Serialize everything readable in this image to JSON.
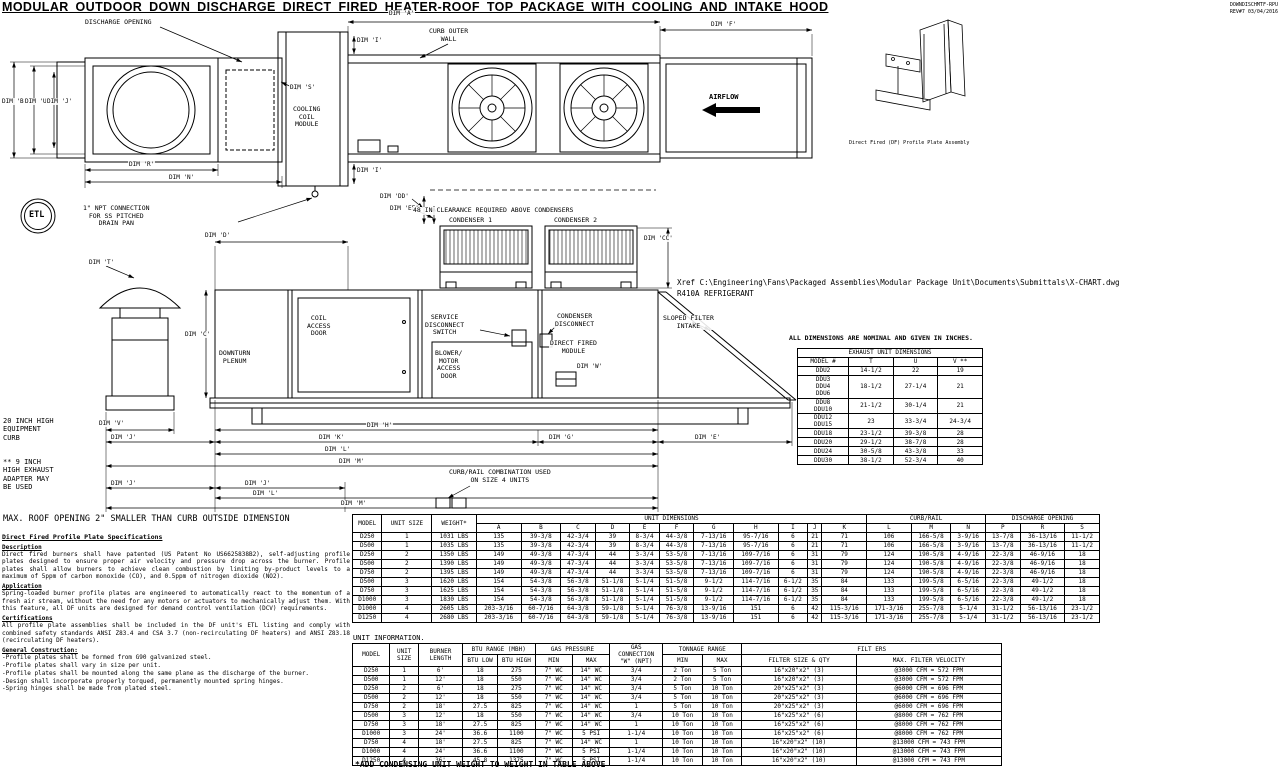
{
  "title": "MODULAR OUTDOOR DOWN DISCHARGE DIRECT FIRED HEATER-ROOF TOP PACKAGE WITH COOLING AND INTAKE HOOD",
  "rev": {
    "line1": "DOWNDISCHMTF-RPU",
    "line2": "REV#7  03/04/2016"
  },
  "dims": {
    "A": "DIM 'A'",
    "B": "DIM 'B'",
    "C": "DIM 'C'",
    "D": "DIM 'D'",
    "E": "DIM 'E'",
    "F": "DIM 'F'",
    "G": "DIM 'G'",
    "H": "DIM 'H'",
    "I": "DIM 'I'",
    "J": "DIM 'J'",
    "K": "DIM 'K'",
    "L": "DIM 'L'",
    "M": "DIM 'M'",
    "N": "DIM 'N'",
    "R": "DIM 'R'",
    "S": "DIM 'S'",
    "T": "DIM 'T'",
    "U": "DIM 'U'",
    "V": "DIM 'V'",
    "W": "DIM 'W'",
    "CC": "DIM 'CC'",
    "DD": "DIM 'DD'",
    "EE": "DIM 'EE'"
  },
  "labels": {
    "discharge_opening": "DISCHARGE OPENING",
    "curb_outer_wall": "CURB OUTER\nWALL",
    "cooling_coil_module": "COOLING\nCOIL\nMODULE",
    "airflow": "AIRFLOW",
    "df_caption": "Direct Fired (DF) Profile Plate Assembly",
    "etl": "ETL",
    "npt_note": "1\" NPT CONNECTION\nFOR SS PITCHED\nDRAIN PAN",
    "clearance_note": "48 IN CLEARANCE REQUIRED ABOVE CONDENSERS",
    "condenser_1": "CONDENSER 1",
    "condenser_2": "CONDENSER 2",
    "coil_access_door": "COIL\nACCESS\nDOOR",
    "service_disconnect": "SERVICE\nDISCONNECT\nSWITCH",
    "condenser_disconnect": "CONDENSER\nDISCONNECT",
    "direct_fired_module": "DIRECT FIRED\nMODULE",
    "blower_door": "BLOWER/\nMOTOR\nACCESS\nDOOR",
    "sloped_filter": "SLOPED FILTER\nINTAKE",
    "downturn_plenum": "DOWNTURN\nPLENUM",
    "curb_note": "20 INCH HIGH\nEQUIPMENT\nCURB",
    "exhaust_note": "** 9 INCH\nHIGH EXHAUST\nADAPTER MAY\nBE USED",
    "curbrail_note": "CURB/RAIL COMBINATION USED\nON SIZE 4 UNITS",
    "max_roof": "MAX. ROOF OPENING 2\" SMALLER THAN CURB OUTSIDE DIMENSION",
    "all_dims": "ALL DIMENSIONS ARE NOMINAL AND GIVEN IN INCHES.",
    "xref": "Xref C:\\Engineering\\Fans\\Packaged Assemblies\\Modular Package Unit\\Documents\\Submittals\\X-CHART.dwg",
    "refrigerant": "R410A REFRIGERANT",
    "unit_info_title": "UNIT INFORMATION.",
    "bottom_note": "*ADD CONDENSING UNIT WEIGHT TO WEIGHT IN TABLE ABOVE"
  },
  "exhaust_table": {
    "title": "EXHAUST UNIT DIMENSIONS",
    "headers": [
      "MODEL #",
      "T",
      "U",
      "V **"
    ],
    "rows": [
      [
        "DDU2",
        "14-1/2",
        "22",
        "19"
      ],
      [
        "DDU3\nDDU4\nDDU6",
        "18-1/2",
        "27-1/4",
        "21"
      ],
      [
        "DDU8\nDDU10",
        "21-1/2",
        "30-1/4",
        "21"
      ],
      [
        "DDU12\nDDU15",
        "23",
        "33-3/4",
        "24-3/4"
      ],
      [
        "DDU18",
        "23-1/2",
        "39-3/8",
        "28"
      ],
      [
        "DDU20",
        "29-1/2",
        "38-7/8",
        "28"
      ],
      [
        "DDU24",
        "30-5/8",
        "43-3/8",
        "33"
      ],
      [
        "DDU30",
        "38-1/2",
        "52-3/4",
        "40"
      ]
    ]
  },
  "main_table": {
    "col_model": "MODEL",
    "col_unit_size": "UNIT SIZE",
    "col_weight": "WEIGHT*",
    "group_unit_dims": "UNIT DIMENSIONS",
    "group_curb_rail": "CURB/RAIL",
    "group_discharge": "DISCHARGE OPENING",
    "letters": [
      "A",
      "B",
      "C",
      "D",
      "E",
      "F",
      "G",
      "H",
      "I",
      "J",
      "K",
      "L",
      "M",
      "N",
      "P",
      "R",
      "S"
    ],
    "rows": [
      [
        "D250",
        "1",
        "1031 LBS",
        "135",
        "39-3/8",
        "42-3/4",
        "39",
        "8-3/4",
        "44-3/8",
        "7-13/16",
        "95-7/16",
        "6",
        "21",
        "71",
        "106",
        "166-5/8",
        "3-9/16",
        "13-7/8",
        "36-13/16",
        "11-1/2"
      ],
      [
        "D500",
        "1",
        "1035 LBS",
        "135",
        "39-3/8",
        "42-3/4",
        "39",
        "8-3/4",
        "44-3/8",
        "7-13/16",
        "95-7/16",
        "6",
        "21",
        "71",
        "106",
        "166-5/8",
        "3-9/16",
        "13-7/8",
        "36-13/16",
        "11-1/2"
      ],
      [
        "D250",
        "2",
        "1350 LBS",
        "149",
        "49-3/8",
        "47-3/4",
        "44",
        "3-3/4",
        "53-5/8",
        "7-13/16",
        "109-7/16",
        "6",
        "31",
        "79",
        "124",
        "190-5/8",
        "4-9/16",
        "22-3/8",
        "46-9/16",
        "18"
      ],
      [
        "D500",
        "2",
        "1390 LBS",
        "149",
        "49-3/8",
        "47-3/4",
        "44",
        "3-3/4",
        "53-5/8",
        "7-13/16",
        "109-7/16",
        "6",
        "31",
        "79",
        "124",
        "190-5/8",
        "4-9/16",
        "22-3/8",
        "46-9/16",
        "18"
      ],
      [
        "D750",
        "2",
        "1395 LBS",
        "149",
        "49-3/8",
        "47-3/4",
        "44",
        "3-3/4",
        "53-5/8",
        "7-13/16",
        "109-7/16",
        "6",
        "31",
        "79",
        "124",
        "190-5/8",
        "4-9/16",
        "22-3/8",
        "46-9/16",
        "18"
      ],
      [
        "D500",
        "3",
        "1620 LBS",
        "154",
        "54-3/8",
        "56-3/8",
        "51-1/8",
        "5-1/4",
        "51-5/8",
        "9-1/2",
        "114-7/16",
        "6-1/2",
        "35",
        "84",
        "133",
        "199-5/8",
        "6-5/16",
        "22-3/8",
        "49-1/2",
        "18"
      ],
      [
        "D750",
        "3",
        "1625 LBS",
        "154",
        "54-3/8",
        "56-3/8",
        "51-1/8",
        "5-1/4",
        "51-5/8",
        "9-1/2",
        "114-7/16",
        "6-1/2",
        "35",
        "84",
        "133",
        "199-5/8",
        "6-5/16",
        "22-3/8",
        "49-1/2",
        "18"
      ],
      [
        "D1000",
        "3",
        "1830 LBS",
        "154",
        "54-3/8",
        "56-3/8",
        "51-1/8",
        "5-1/4",
        "51-5/8",
        "9-1/2",
        "114-7/16",
        "6-1/2",
        "35",
        "84",
        "133",
        "199-5/8",
        "6-5/16",
        "22-3/8",
        "49-1/2",
        "18"
      ],
      [
        "D1000",
        "4",
        "2605 LBS",
        "203-3/16",
        "60-7/16",
        "64-3/8",
        "59-1/8",
        "5-1/4",
        "76-3/8",
        "13-9/16",
        "151",
        "6",
        "42",
        "115-3/16",
        "171-3/16",
        "255-7/8",
        "5-1/4",
        "31-1/2",
        "56-13/16",
        "23-1/2"
      ],
      [
        "D1250",
        "4",
        "2680 LBS",
        "203-3/16",
        "60-7/16",
        "64-3/8",
        "59-1/8",
        "5-1/4",
        "76-3/8",
        "13-9/16",
        "151",
        "6",
        "42",
        "115-3/16",
        "171-3/16",
        "255-7/8",
        "5-1/4",
        "31-1/2",
        "56-13/16",
        "23-1/2"
      ]
    ]
  },
  "info_table": {
    "col_model": "MODEL",
    "col_unit_size": "UNIT SIZE",
    "col_burner": "BURNER LENGTH",
    "group_btu": "BTU RANGE (MBH)",
    "col_btu_low": "BTU LOW",
    "col_btu_high": "BTU HIGH",
    "group_gas": "GAS PRESSURE",
    "col_min": "MIN",
    "col_max": "MAX",
    "col_gas_conn": "GAS CONNECTION\n\"W\" (NPT)",
    "group_tonnage": "TONNAGE RANGE",
    "group_filters": "FILT ERS",
    "col_filter_size": "FILTER SIZE & QTY",
    "col_filter_vel": "MAX. FILTER VELOCITY",
    "rows": [
      [
        "D250",
        "1",
        "6'",
        "18",
        "275",
        "7\" WC",
        "14\" WC",
        "3/4",
        "2 Ton",
        "5 Ton",
        "16\"x20\"x2\" (3)",
        "@3000 CFM = 572 FPM"
      ],
      [
        "D500",
        "1",
        "12'",
        "18",
        "550",
        "7\" WC",
        "14\" WC",
        "3/4",
        "2 Ton",
        "5 Ton",
        "16\"x20\"x2\" (3)",
        "@3000 CFM = 572 FPM"
      ],
      [
        "D250",
        "2",
        "6'",
        "18",
        "275",
        "7\" WC",
        "14\" WC",
        "3/4",
        "5 Ton",
        "10 Ton",
        "20\"x25\"x2\" (3)",
        "@6000 CFM = 696 FPM"
      ],
      [
        "D500",
        "2",
        "12'",
        "18",
        "550",
        "7\" WC",
        "14\" WC",
        "3/4",
        "5 Ton",
        "10 Ton",
        "20\"x25\"x2\" (3)",
        "@6000 CFM = 696 FPM"
      ],
      [
        "D750",
        "2",
        "18'",
        "27.5",
        "825",
        "7\" WC",
        "14\" WC",
        "1",
        "5 Ton",
        "10 Ton",
        "20\"x25\"x2\" (3)",
        "@6000 CFM = 696 FPM"
      ],
      [
        "D500",
        "3",
        "12'",
        "18",
        "550",
        "7\" WC",
        "14\" WC",
        "3/4",
        "10 Ton",
        "10 Ton",
        "16\"x25\"x2\" (6)",
        "@8000 CFM = 762 FPM"
      ],
      [
        "D750",
        "3",
        "18'",
        "27.5",
        "825",
        "7\" WC",
        "14\" WC",
        "1",
        "10 Ton",
        "10 Ton",
        "16\"x25\"x2\" (6)",
        "@8000 CFM = 762 FPM"
      ],
      [
        "D1000",
        "3",
        "24'",
        "36.6",
        "1100",
        "7\" WC",
        "5 PSI",
        "1-1/4",
        "10 Ton",
        "10 Ton",
        "16\"x25\"x2\" (6)",
        "@8000 CFM = 762 FPM"
      ],
      [
        "D750",
        "4",
        "18'",
        "27.5",
        "825",
        "7\" WC",
        "14\" WC",
        "1",
        "10 Ton",
        "10 Ton",
        "16\"x20\"x2\" (10)",
        "@13000 CFM = 743 FPM"
      ],
      [
        "D1000",
        "4",
        "24'",
        "36.6",
        "1100",
        "7\" WC",
        "5 PSI",
        "1-1/4",
        "10 Ton",
        "10 Ton",
        "16\"x20\"x2\" (10)",
        "@13000 CFM = 743 FPM"
      ],
      [
        "D1250",
        "4",
        "36'",
        "45.8",
        "1375",
        "7\" WC",
        "5 PSI",
        "1-1/4",
        "10 Ton",
        "10 Ton",
        "16\"x20\"x2\" (10)",
        "@13000 CFM = 743 FPM"
      ]
    ]
  },
  "specs": {
    "title": "Direct Fired Profile Plate Specifications",
    "description_heading": "Description",
    "description": "Direct fired burners shall have patented (US Patent No US6625838B2), self-adjusting profile plates designed to ensure proper air velocity and pressure drop across the burner. Profile plates shall allow burners to achieve clean combustion by limiting by-product levels to a maximum of 5ppm of carbon monoxide (CO), and 0.5ppm of nitrogen dioxide (NO2).",
    "application_heading": "Application",
    "application": "Spring-loaded burner profile plates are engineered to automatically react to the momentum of a fresh air stream, without the need for any motors or actuators to mechanically adjust them. With this feature, all DF units are designed for demand control ventilation (DCV) requirements.",
    "certifications_heading": "Certifications",
    "certifications": "All profile plate assemblies shall be included in the DF unit's ETL listing and comply with combined safety standards ANSI Z83.4 and CSA 3.7 (non-recirculating DF heaters) and ANSI Z83.18 (recirculating DF heaters).",
    "construction_heading": "General Construction:",
    "construction": "-Profile plates shall be formed from G90 galvanized steel.\n-Profile plates shall vary in size per unit.\n-Profile plates shall be mounted along the same plane as the discharge of the burner.\n-Design shall incorporate properly torqued, permanently mounted spring hinges.\n-Spring hinges shall be made from plated steel."
  }
}
